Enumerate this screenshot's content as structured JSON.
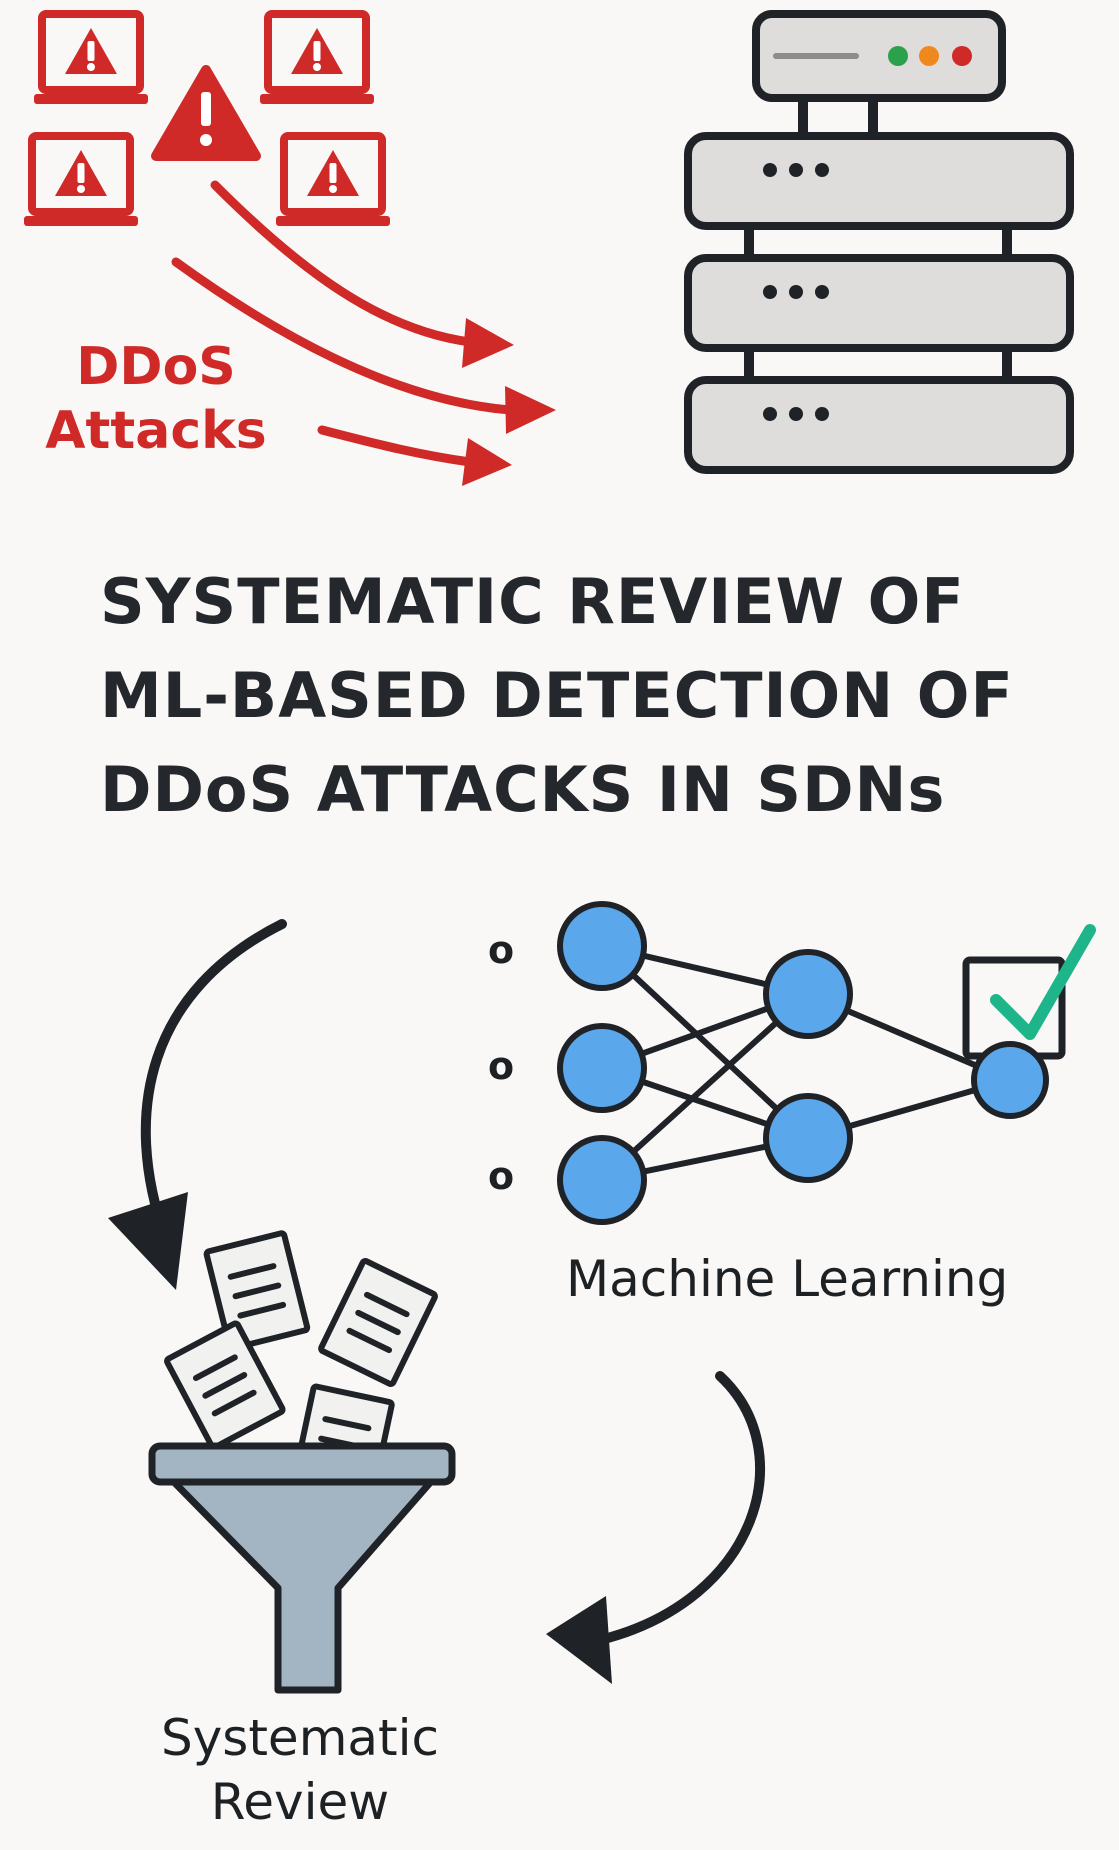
{
  "title": {
    "line1": "SYSTEMATIC REVIEW OF",
    "line2": "ML-BASED DETECTION OF",
    "line3": "DDoS ATTACKS IN SDNs"
  },
  "attack": {
    "label_line1": "DDoS",
    "label_line2": "Attacks",
    "color": "#cf2a27",
    "icon": "warning-laptop-icon"
  },
  "server": {
    "icon": "server-rack-icon",
    "status_lights": [
      "#2aa14a",
      "#f0891d",
      "#cf2a27"
    ]
  },
  "machine_learning": {
    "label": "Machine Learning",
    "input_markers": [
      "o",
      "o",
      "o"
    ],
    "node_color": "#5aa7ec",
    "check_color": "#1fb58a"
  },
  "systematic_review": {
    "label_line1": "Systematic",
    "label_line2": "Review",
    "funnel_color": "#a3b4c3"
  }
}
